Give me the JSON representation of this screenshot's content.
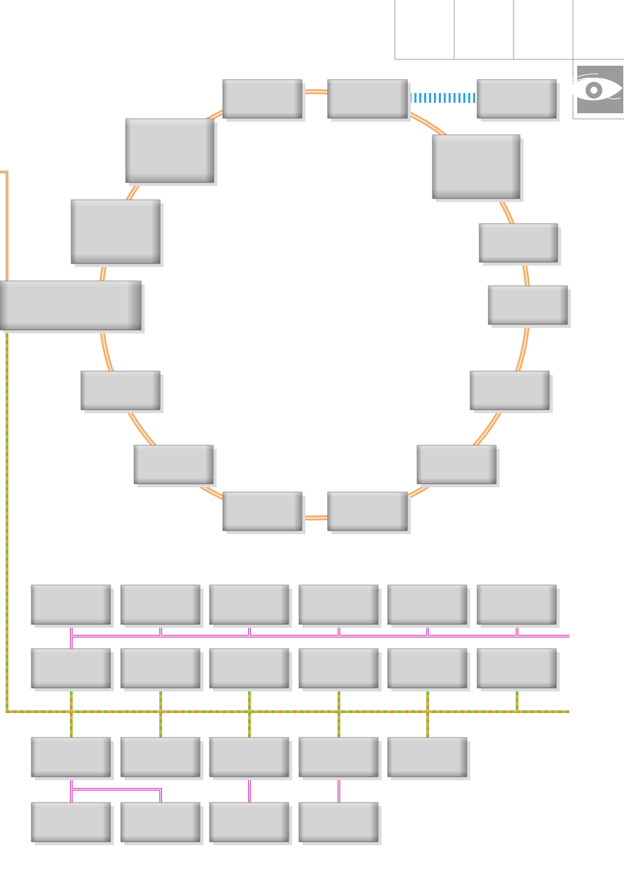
{
  "colors": {
    "ring": "#f6b57a",
    "ring_inner": "#fde4c8",
    "bus_green": "#7cbf3a",
    "bus_orange": "#f6a24a",
    "bus_magenta": "#d64fc0",
    "dotted_link": "#2fa8e0",
    "node_fill": "#d3d3d3",
    "node_edge": "#8a8a8a",
    "grid_line": "#9a9a9a",
    "eye_badge": "#9b9b9b"
  },
  "icons": {
    "corner_badge": "eye-icon"
  },
  "ring_nodes": [
    {
      "id": "ring-node-1",
      "label": ""
    },
    {
      "id": "ring-node-2",
      "label": ""
    },
    {
      "id": "ring-node-3",
      "label": ""
    },
    {
      "id": "ring-node-4",
      "label": ""
    },
    {
      "id": "ring-node-5",
      "label": ""
    },
    {
      "id": "ring-node-6",
      "label": ""
    },
    {
      "id": "ring-node-7",
      "label": ""
    },
    {
      "id": "ring-node-8",
      "label": ""
    },
    {
      "id": "ring-node-9",
      "label": ""
    },
    {
      "id": "ring-node-10",
      "label": ""
    },
    {
      "id": "ring-node-11",
      "label": ""
    },
    {
      "id": "ring-node-12",
      "label": ""
    },
    {
      "id": "ring-node-13",
      "label": ""
    },
    {
      "id": "ring-node-14",
      "label": ""
    },
    {
      "id": "ring-node-15",
      "label": ""
    }
  ],
  "bus_rows": [
    {
      "row": 1,
      "nodes": [
        "",
        "",
        "",
        "",
        "",
        ""
      ]
    },
    {
      "row": 2,
      "nodes": [
        "",
        "",
        "",
        "",
        "",
        ""
      ]
    },
    {
      "row": 3,
      "nodes": [
        "",
        "",
        "",
        "",
        ""
      ]
    },
    {
      "row": 4,
      "nodes": [
        "",
        "",
        "",
        ""
      ]
    }
  ]
}
